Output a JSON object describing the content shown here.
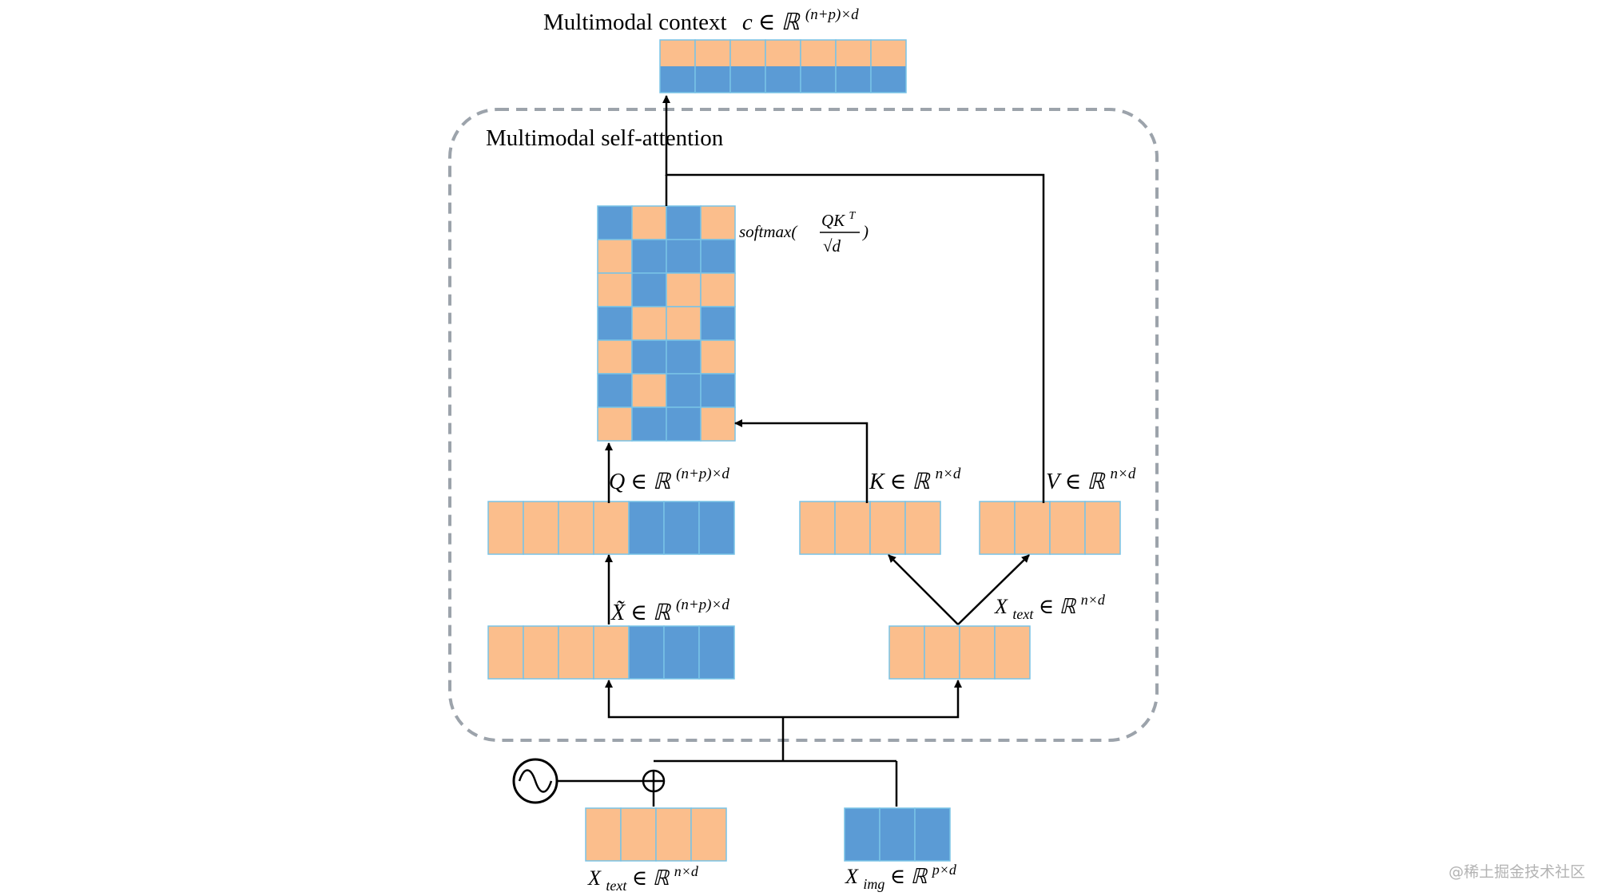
{
  "colors": {
    "text_token": "#FBBE8C",
    "image_token": "#5B9BD5",
    "cell_border": "#79C3E6",
    "frame_dash": "#9CA3AB",
    "line": "#000000",
    "label": "#000000",
    "watermark": "#B3B3B3"
  },
  "title": {
    "label": "Multimodal context",
    "math": "c ∈ ℝ",
    "sup": "(n+p)×d"
  },
  "frame": {
    "label": "Multimodal self-attention"
  },
  "output_cells": [
    "split",
    "split",
    "split",
    "split",
    "split",
    "split",
    "split"
  ],
  "attention_matrix": {
    "formula_prefix": "softmax(",
    "formula_numerator": "QK",
    "formula_numerator_sup": "T",
    "formula_denominator": "√d",
    "formula_suffix": ")",
    "rows": [
      [
        "img",
        "txt",
        "img",
        "txt"
      ],
      [
        "txt",
        "img",
        "img",
        "img"
      ],
      [
        "txt",
        "img",
        "txt",
        "txt"
      ],
      [
        "img",
        "txt",
        "txt",
        "img"
      ],
      [
        "txt",
        "img",
        "img",
        "txt"
      ],
      [
        "img",
        "txt",
        "img",
        "img"
      ],
      [
        "txt",
        "img",
        "img",
        "txt"
      ]
    ]
  },
  "q": {
    "label": "Q ∈ ℝ",
    "sup": "(n+p)×d",
    "cells": [
      "txt",
      "txt",
      "txt",
      "txt",
      "img",
      "img",
      "img"
    ]
  },
  "k": {
    "label": "K ∈ ℝ",
    "sup": "n×d",
    "cells": [
      "txt",
      "txt",
      "txt",
      "txt"
    ]
  },
  "v": {
    "label": "V ∈ ℝ",
    "sup": "n×d",
    "cells": [
      "txt",
      "txt",
      "txt",
      "txt"
    ]
  },
  "xtilde": {
    "label": "X̃ ∈ ℝ",
    "sup": "(n+p)×d",
    "cells": [
      "txt",
      "txt",
      "txt",
      "txt",
      "img",
      "img",
      "img"
    ]
  },
  "xtext_inner": {
    "label_main": "X",
    "label_sub": "text",
    "label_rest": " ∈ ℝ",
    "sup": "n×d",
    "cells": [
      "txt",
      "txt",
      "txt",
      "txt"
    ]
  },
  "xtext_input": {
    "label_main": "X",
    "label_sub": "text",
    "label_rest": " ∈ ℝ",
    "sup": "n×d",
    "cells": [
      "txt",
      "txt",
      "txt",
      "txt"
    ]
  },
  "ximg_input": {
    "label_main": "X",
    "label_sub": "img",
    "label_rest": " ∈ ℝ",
    "sup": "p×d",
    "cells": [
      "img",
      "img",
      "img"
    ]
  },
  "watermark": "@稀土掘金技术社区"
}
